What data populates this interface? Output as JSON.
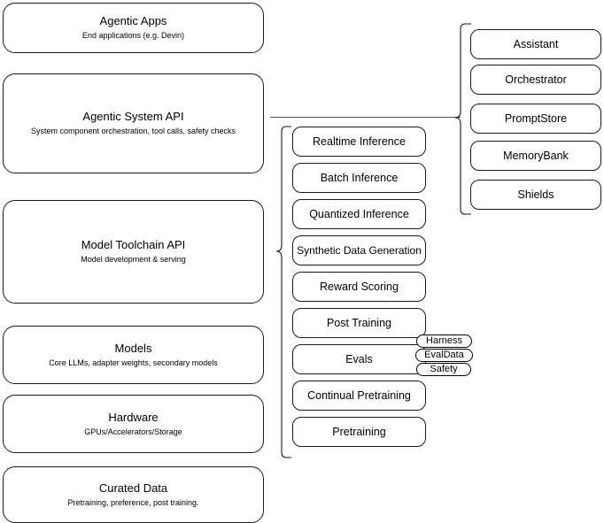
{
  "diagram": {
    "title": "AI Stack Architecture Diagram",
    "stroke_color": "#1a1a1a",
    "background_color": "#ffffff",
    "connector_color": "#555555"
  },
  "stack": {
    "layers": [
      {
        "title": "Agentic Apps",
        "subtitle": "End applications (e.g. Devin)"
      },
      {
        "title": "Agentic System API",
        "subtitle": "System component orchestration, tool calls, safety checks"
      },
      {
        "title": "Model Toolchain API",
        "subtitle": "Model development & serving"
      },
      {
        "title": "Models",
        "subtitle": "Core LLMs, adapter weights, secondary models"
      },
      {
        "title": "Hardware",
        "subtitle": "GPUs/Accelerators/Storage"
      },
      {
        "title": "Curated Data",
        "subtitle": "Pretraining, preference, post training."
      }
    ]
  },
  "toolchain_items": [
    {
      "label": "Realtime Inference"
    },
    {
      "label": "Batch Inference"
    },
    {
      "label": "Quantized Inference"
    },
    {
      "label": "Synthetic Data Generation"
    },
    {
      "label": "Reward Scoring"
    },
    {
      "label": "Post Training"
    },
    {
      "label": "Evals"
    },
    {
      "label": "Continual Pretraining"
    },
    {
      "label": "Pretraining"
    }
  ],
  "eval_pills": [
    {
      "label": "Harness"
    },
    {
      "label": "EvalData"
    },
    {
      "label": "Safety"
    }
  ],
  "agentic_components": [
    {
      "label": "Assistant"
    },
    {
      "label": "Orchestrator"
    },
    {
      "label": "PromptStore"
    },
    {
      "label": "MemoryBank"
    },
    {
      "label": "Shields"
    }
  ]
}
